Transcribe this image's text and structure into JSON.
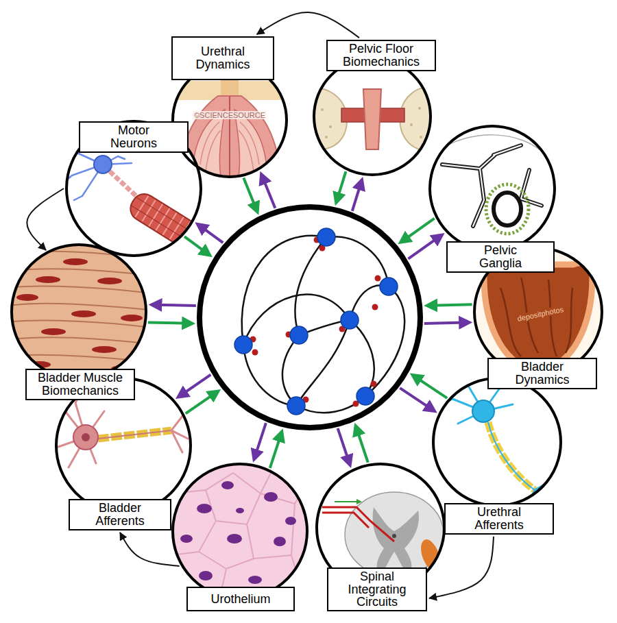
{
  "diagram": {
    "nodes": [
      {
        "text": [
          "Urethral Dynamics"
        ]
      },
      {
        "text": [
          "Pelvic Floor Biomechanics"
        ]
      },
      {
        "text": [
          "Pelvic Ganglia"
        ]
      },
      {
        "text": [
          "Bladder Dynamics"
        ]
      },
      {
        "text": [
          "Urethral Afferents"
        ]
      },
      {
        "text": [
          "Spinal Integrating Circuits"
        ]
      },
      {
        "text": [
          "Urothelium"
        ]
      },
      {
        "text": [
          "Bladder Afferents"
        ]
      },
      {
        "text": [
          "Bladder Muscle Biomechanics"
        ]
      },
      {
        "text": [
          "Motor Neurons"
        ]
      },
      {
        "text": []
      }
    ],
    "edges": [
      {
        "from": 0,
        "to": 10,
        "arrow": "to"
      },
      {
        "from": 10,
        "to": 0,
        "arrow": "to"
      },
      {
        "from": 1,
        "to": 10,
        "arrow": "to"
      },
      {
        "from": 10,
        "to": 1,
        "arrow": "to"
      },
      {
        "from": 2,
        "to": 10,
        "arrow": "to"
      },
      {
        "from": 10,
        "to": 2,
        "arrow": "to"
      },
      {
        "from": 3,
        "to": 10,
        "arrow": "to"
      },
      {
        "from": 10,
        "to": 3,
        "arrow": "to"
      },
      {
        "from": 4,
        "to": 10,
        "arrow": "to"
      },
      {
        "from": 10,
        "to": 4,
        "arrow": "to"
      },
      {
        "from": 5,
        "to": 10,
        "arrow": "to"
      },
      {
        "from": 10,
        "to": 5,
        "arrow": "to"
      },
      {
        "from": 6,
        "to": 10,
        "arrow": "to"
      },
      {
        "from": 10,
        "to": 6,
        "arrow": "to"
      },
      {
        "from": 7,
        "to": 10,
        "arrow": "to"
      },
      {
        "from": 10,
        "to": 7,
        "arrow": "to"
      },
      {
        "from": 8,
        "to": 10,
        "arrow": "to"
      },
      {
        "from": 10,
        "to": 8,
        "arrow": "to"
      },
      {
        "from": 9,
        "to": 10,
        "arrow": "to"
      },
      {
        "from": 10,
        "to": 9,
        "arrow": "to"
      },
      {
        "from": 1,
        "to": 0,
        "arrow": "to"
      },
      {
        "from": 9,
        "to": 8,
        "arrow": "to"
      },
      {
        "from": 6,
        "to": 7,
        "arrow": "to"
      },
      {
        "from": 4,
        "to": 5,
        "arrow": "to"
      }
    ],
    "labels": [
      "©SCIENCESOURCE",
      "depositphotos"
    ]
  }
}
